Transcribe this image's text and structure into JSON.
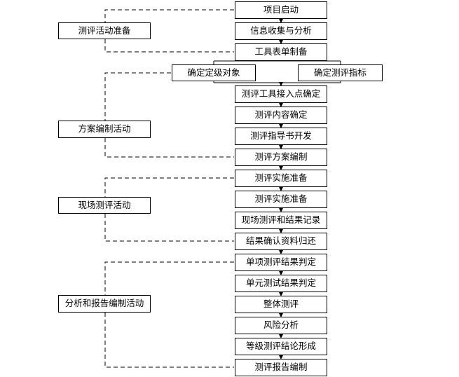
{
  "flow": {
    "steps": [
      "项目启动",
      "信息收集与分析",
      "工具表单制备",
      "测评工具接入点确定",
      "测评内容确定",
      "测评指导书开发",
      "测评方案编制",
      "测评实施准备",
      "测评实施准备",
      "现场测评和结果记录",
      "结果确认资料归还",
      "单项测评结果判定",
      "单元测试结果判定",
      "整体测评",
      "风险分析",
      "等级测评结论形成",
      "测评报告编制"
    ],
    "branch": {
      "left": "确定定级对象",
      "right": "确定测评指标"
    }
  },
  "phases": [
    "测评活动准备",
    "方案编制活动",
    "现场测评活动",
    "分析和报告编制活动"
  ]
}
